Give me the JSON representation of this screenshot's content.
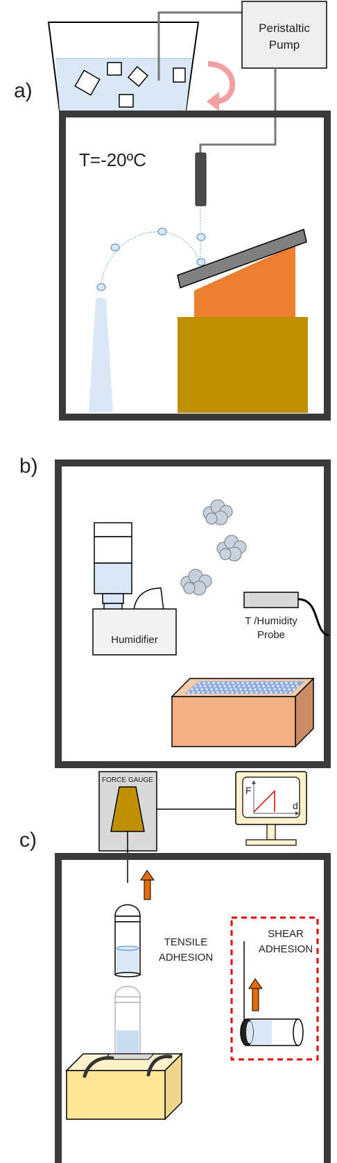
{
  "panels": {
    "a": {
      "label": "a)",
      "pump_line1": "Peristaltic",
      "pump_line2": "Pump",
      "temperature": "T=-20ºC"
    },
    "b": {
      "label": "b)",
      "humidifier": "Humidifier",
      "probe_line1": "T /Humidity",
      "probe_line2": "Probe"
    },
    "c": {
      "label": "c)",
      "force_gauge": "FORCE GAUGE",
      "monitor_y": "F",
      "monitor_x": "d",
      "tensile_line1": "TENSILE",
      "tensile_line2": "ADHESION",
      "shear_line1": "SHEAR",
      "shear_line2": "ADHESION"
    }
  },
  "colors": {
    "frame": "#3a3a3a",
    "orange_block": "#ed7d31",
    "gold_block": "#bf9000",
    "salmon_box": "#f4b183",
    "arrow_orange": "#e36c0a",
    "dashed_red": "#e00000",
    "water": "#dae8f5"
  }
}
